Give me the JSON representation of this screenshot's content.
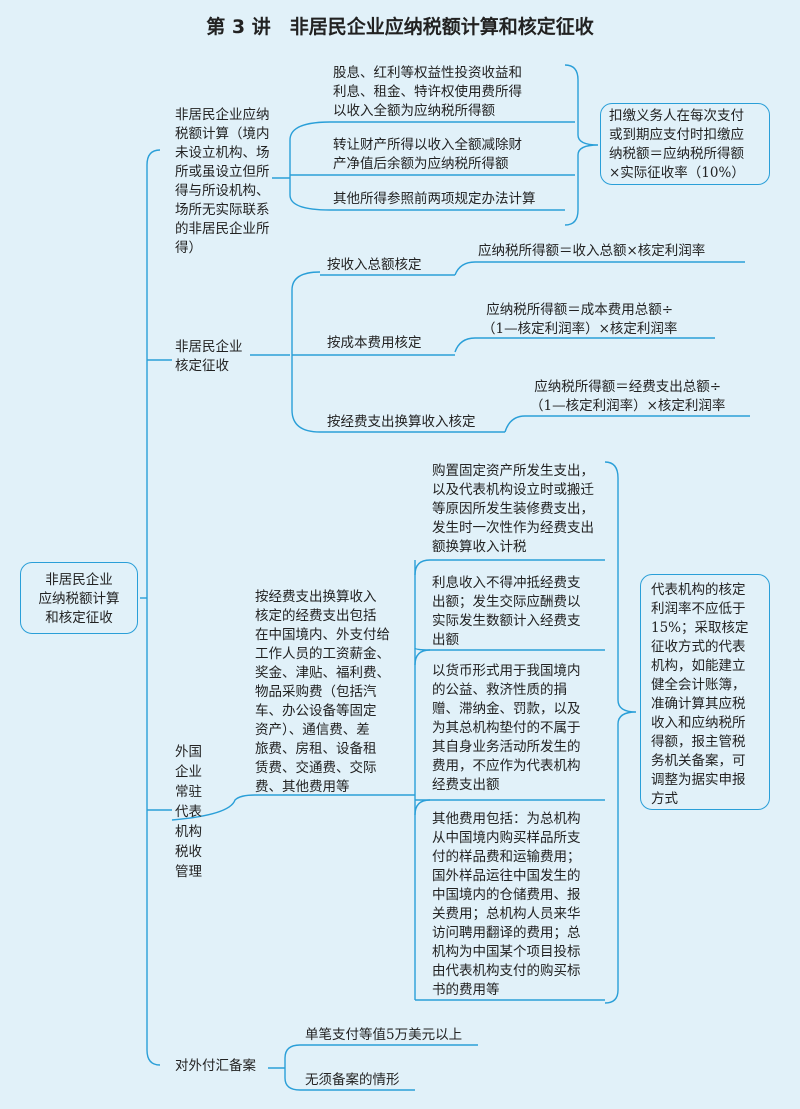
{
  "title": "第 3 讲　非居民企业应纳税额计算和核定征收",
  "root": "非居民企业\n应纳税额计算\n和核定征收",
  "branch1": {
    "label": "非居民企业应纳\n税额计算（境内\n未设立机构、场\n所或虽设立但所\n得与所设机构、\n场所无实际联系\n的非居民企业所\n得）",
    "items": [
      "股息、红利等权益性投资收益和\n利息、租金、特许权使用费所得\n以收入全额为应纳税所得额",
      "转让财产所得以收入全额减除财\n产净值后余额为应纳税所得额",
      "其他所得参照前两项规定办法计算"
    ],
    "note": "扣缴义务人在每次支付\n或到期应支付时扣缴应\n纳税额＝应纳税所得额\n×实际征收率（10%）"
  },
  "branch2": {
    "label": "非居民企业\n核定征收",
    "items": [
      {
        "label": "按收入总额核定",
        "formula": "应纳税所得额＝收入总额×核定利润率"
      },
      {
        "label": "按成本费用核定",
        "formula": "应纳税所得额＝成本费用总额÷\n（1—核定利润率）×核定利润率"
      },
      {
        "label": "按经费支出换算收入核定",
        "formula": "应纳税所得额＝经费支出总额÷\n（1—核定利润率）×核定利润率"
      }
    ]
  },
  "branch3": {
    "label": "外国\n企业\n常驻\n代表\n机构\n税收\n管理",
    "desc": "按经费支出换算收入\n核定的经费支出包括\n在中国境内、外支付给\n工作人员的工资薪金、\n奖金、津贴、福利费、\n物品采购费（包括汽\n车、办公设备等固定\n资产）、通信费、差\n旅费、房租、设备租\n赁费、交通费、交际\n费、其他费用等",
    "items": [
      "购置固定资产所发生支出，\n以及代表机构设立时或搬迁\n等原因所发生装修费支出，\n发生时一次性作为经费支出\n额换算收入计税",
      "利息收入不得冲抵经费支\n出额；发生交际应酬费以\n实际发生数额计入经费支\n出额",
      "以货币形式用于我国境内\n的公益、救济性质的捐\n赠、滞纳金、罚款，以及\n为其总机构垫付的不属于\n其自身业务活动所发生的\n费用，不应作为代表机构\n经费支出额",
      "其他费用包括：为总机构\n从中国境内购买样品所支\n付的样品费和运输费用；\n国外样品运往中国发生的\n中国境内的仓储费用、报\n关费用；总机构人员来华\n访问聘用翻译的费用；总\n机构为中国某个项目投标\n由代表机构支付的购买标\n书的费用等"
    ],
    "note": "代表机构的核定\n利润率不应低于\n15%；采取核定\n征收方式的代表\n机构，如能建立\n健全会计账簿，\n准确计算其应税\n收入和应纳税所\n得额，报主管税\n务机关备案，可\n调整为据实申报\n方式"
  },
  "branch4": {
    "label": "对外付汇备案",
    "items": [
      "单笔支付等值5万美元以上",
      "无须备案的情形"
    ]
  },
  "colors": {
    "line": "#2a9fd8",
    "background": "#e1f1f9"
  }
}
